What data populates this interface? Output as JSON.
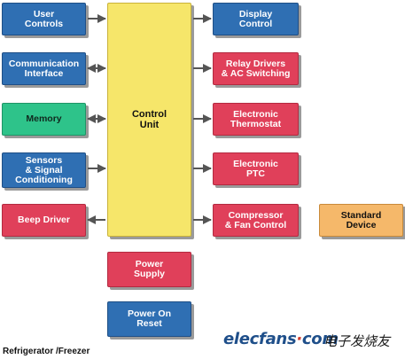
{
  "blocks": {
    "user_controls": "User\nControls",
    "communication_interface": "Communication\nInterface",
    "memory": "Memory",
    "sensors": "Sensors\n& Signal\nConditioning",
    "beep_driver": "Beep Driver",
    "control_unit": "Control\nUnit",
    "display_control": "Display\nControl",
    "relay_drivers": "Relay Drivers\n& AC Switching",
    "electronic_thermostat": "Electronic\nThermostat",
    "electronic_ptc": "Electronic\nPTC",
    "compressor_fan": "Compressor\n& Fan Control",
    "standard_device": "Standard\nDevice",
    "power_supply": "Power\nSupply",
    "power_on_reset": "Power On\nReset"
  },
  "caption": "Refrigerator /Freezer",
  "watermark": {
    "brand_prefix": "elecfans",
    "brand_dot": "·",
    "brand_suffix": "com",
    "brand_cn": "电子发烧友"
  },
  "colors": {
    "blue": "#2f6fb3",
    "red": "#e0405a",
    "green": "#2ec38a",
    "yellow": "#f6e66a",
    "orange": "#f5b86a",
    "arrow": "#555555"
  },
  "connections": [
    {
      "from": "user_controls",
      "to": "control_unit",
      "direction": "to-control"
    },
    {
      "from": "communication_interface",
      "to": "control_unit",
      "direction": "bidirectional"
    },
    {
      "from": "memory",
      "to": "control_unit",
      "direction": "bidirectional"
    },
    {
      "from": "sensors",
      "to": "control_unit",
      "direction": "to-control"
    },
    {
      "from": "beep_driver",
      "to": "control_unit",
      "direction": "from-control"
    },
    {
      "from": "control_unit",
      "to": "display_control",
      "direction": "from-control"
    },
    {
      "from": "control_unit",
      "to": "relay_drivers",
      "direction": "from-control"
    },
    {
      "from": "control_unit",
      "to": "electronic_thermostat",
      "direction": "from-control"
    },
    {
      "from": "control_unit",
      "to": "electronic_ptc",
      "direction": "from-control"
    },
    {
      "from": "control_unit",
      "to": "compressor_fan",
      "direction": "from-control"
    }
  ]
}
